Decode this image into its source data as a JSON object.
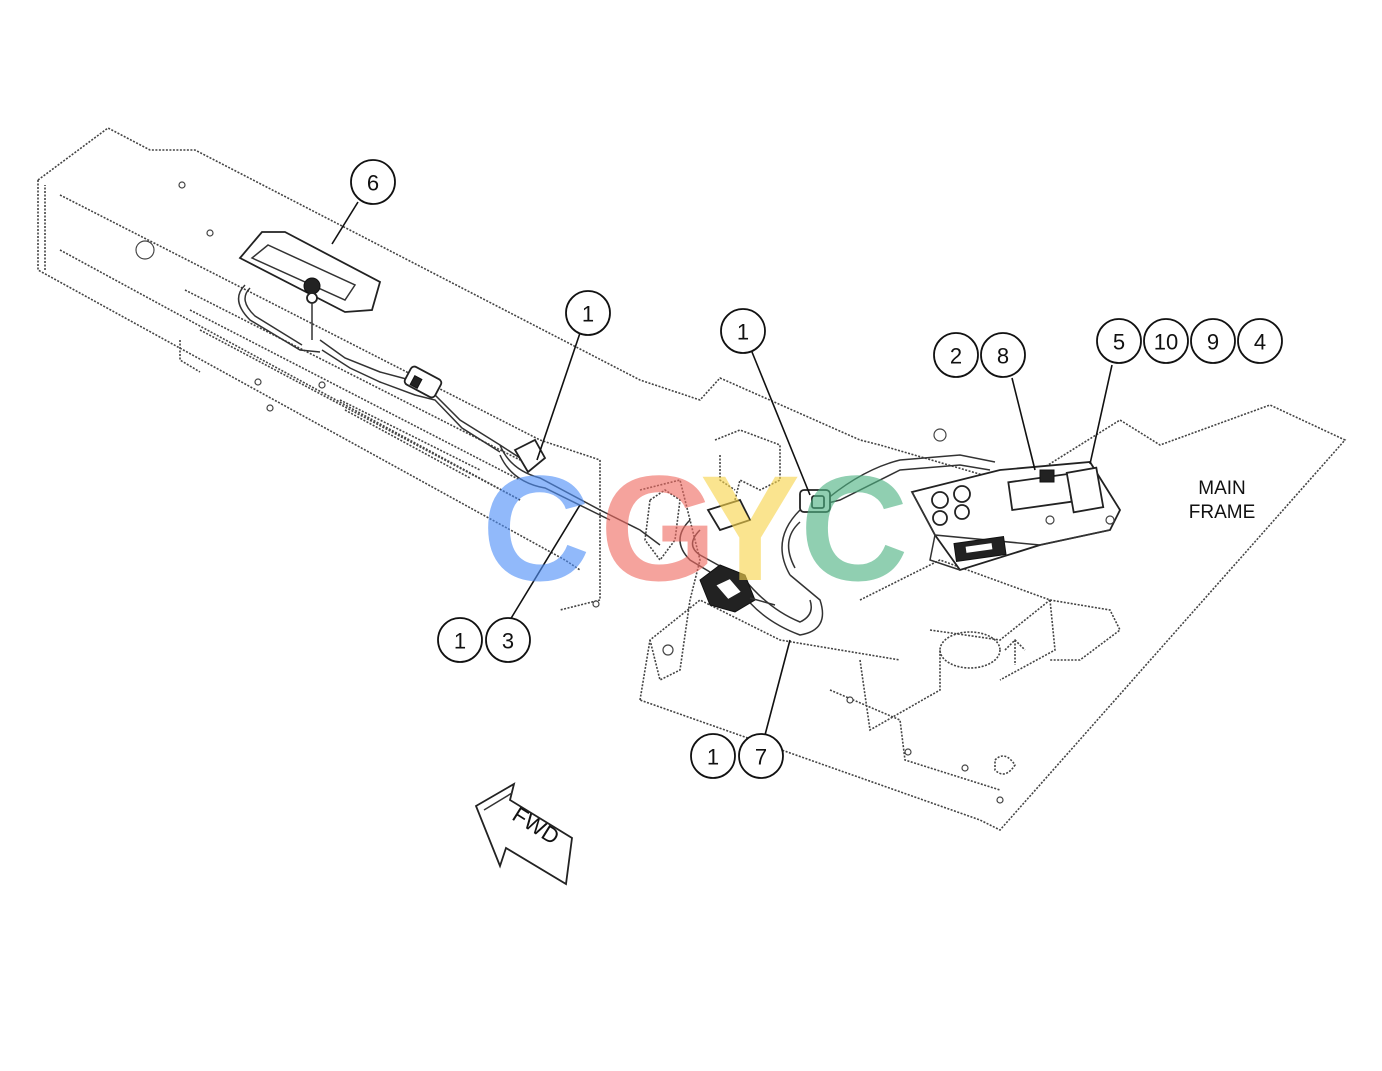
{
  "callouts": {
    "c6": "6",
    "c1a": "1",
    "c1b": "1",
    "c2": "2",
    "c8": "8",
    "c5": "5",
    "c10": "10",
    "c9": "9",
    "c4": "4",
    "c1c": "1",
    "c3": "3",
    "c1d": "1",
    "c7": "7"
  },
  "labels": {
    "main_frame_line1": "MAIN",
    "main_frame_line2": "FRAME",
    "direction": "FWD"
  },
  "watermark": {
    "letters": [
      "C",
      "G",
      "Y",
      "C"
    ],
    "colors": [
      "#4f8ff7",
      "#ef6b62",
      "#f7d44c",
      "#4db383"
    ]
  },
  "colors": {
    "line": "#222222",
    "background": "#ffffff"
  }
}
